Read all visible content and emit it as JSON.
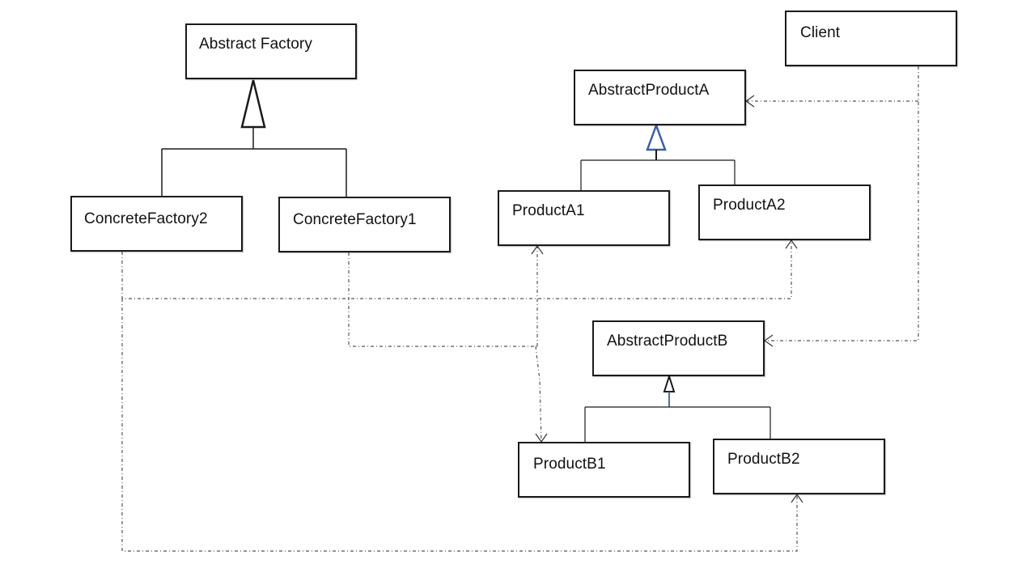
{
  "diagram": {
    "classes": {
      "abstract_factory": "Abstract Factory",
      "client": "Client",
      "abstract_product_a": "AbstractProductA",
      "concrete_factory2": "ConcreteFactory2",
      "concrete_factory1": "ConcreteFactory1",
      "product_a1": "ProductA1",
      "product_a2": "ProductA2",
      "abstract_product_b": "AbstractProductB",
      "product_b1": "ProductB1",
      "product_b2": "ProductB2"
    },
    "colors": {
      "line": "#1a1a1a",
      "dependency_line": "#555555",
      "inheritance_blue": "#3a5fa8"
    }
  }
}
